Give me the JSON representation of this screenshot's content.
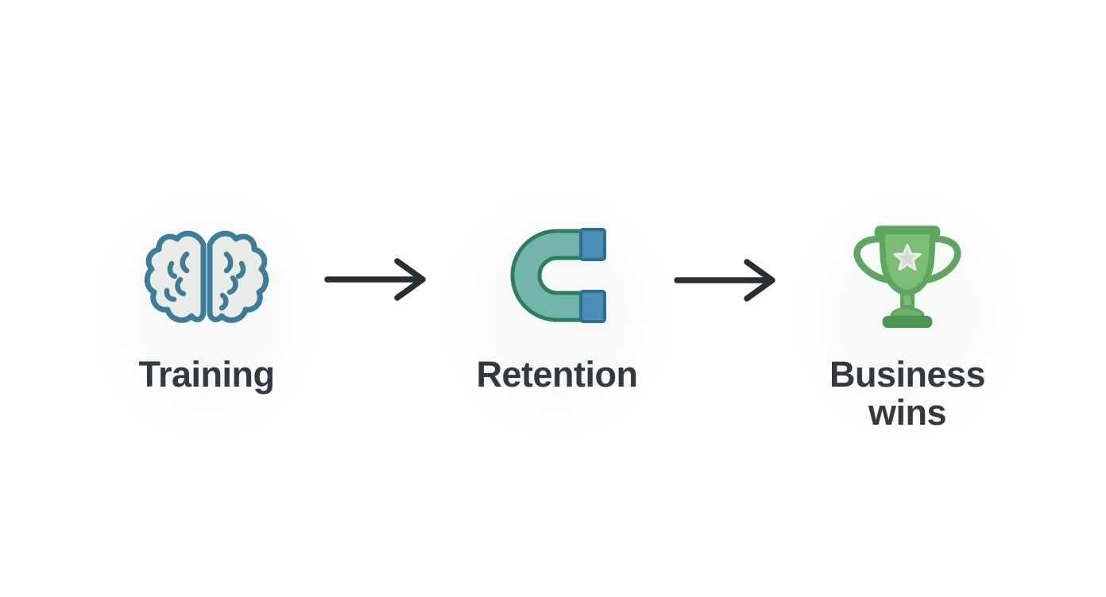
{
  "diagram": {
    "type": "flow",
    "direction": "left-to-right",
    "steps": [
      {
        "label": "Training",
        "icon": "brain-icon"
      },
      {
        "label": "Retention",
        "icon": "magnet-icon"
      },
      {
        "label": "Business wins",
        "icon": "trophy-icon"
      }
    ],
    "connectors": [
      {
        "icon": "arrow-right-icon"
      },
      {
        "icon": "arrow-right-icon"
      }
    ],
    "colors": {
      "background": "#ffffff",
      "label_text": "#35393f",
      "arrow": "#2b2e31",
      "brain_outline": "#3d7d99",
      "brain_fill": "#e9ebe6",
      "magnet_body": "#74b5ab",
      "magnet_outline": "#2e7d63",
      "magnet_tip": "#4a8eb6",
      "magnet_tip_outline": "#2e6e93",
      "trophy_green": "#5ea55f",
      "trophy_cup_fill": "#7cbd76",
      "trophy_flare": "#6db068",
      "trophy_base": "#4f9552",
      "trophy_star": "#d7d9d6",
      "trophy_star_edge": "#eceeec"
    }
  }
}
